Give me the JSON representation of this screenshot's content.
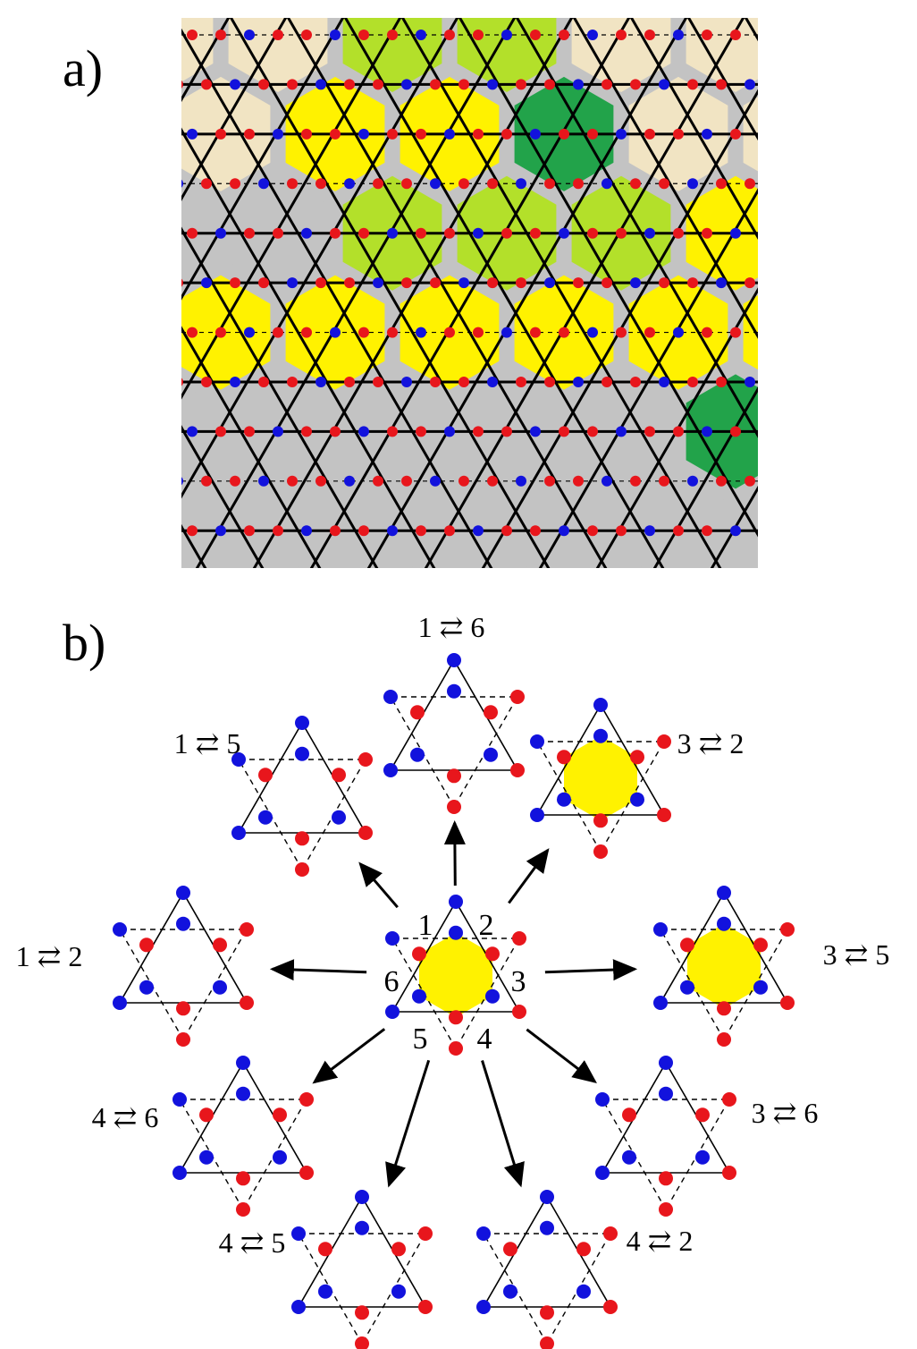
{
  "panels": {
    "a": {
      "label": "a)"
    },
    "b": {
      "label": "b)"
    }
  },
  "colors": {
    "background_gray": "#c3c3c3",
    "beige": "#f1e4c3",
    "yellow": "#fff200",
    "light_green": "#b3e02a",
    "dark_green": "#22a34a",
    "red_site": "#e8161c",
    "blue_site": "#1212dd",
    "bond": "#000000"
  },
  "legend_swaps": {
    "center_site_numbers": [
      "1",
      "2",
      "3",
      "4",
      "5",
      "6"
    ],
    "transitions": [
      {
        "label": "1 ⇄ 6"
      },
      {
        "label": "3 ⇄ 2"
      },
      {
        "label": "3 ⇄ 5"
      },
      {
        "label": "3 ⇄ 6"
      },
      {
        "label": "4 ⇄ 2"
      },
      {
        "label": "4 ⇄ 5"
      },
      {
        "label": "4 ⇄ 6"
      },
      {
        "label": "1 ⇄ 2"
      },
      {
        "label": "1 ⇄ 5"
      }
    ]
  }
}
